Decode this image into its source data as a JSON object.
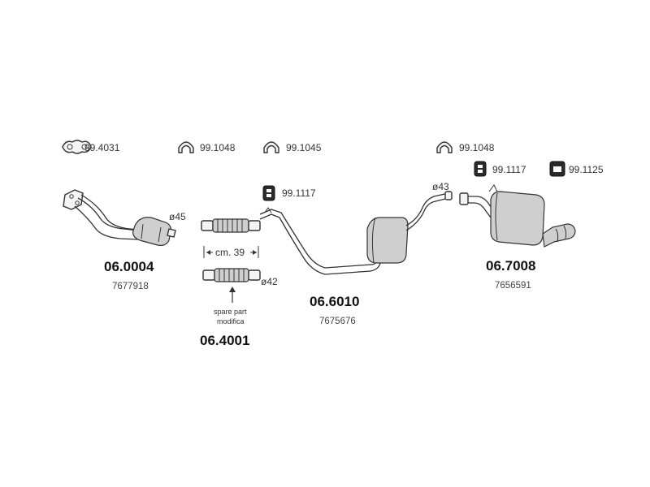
{
  "hardware": {
    "h1": "99.4031",
    "h2": "99.1048",
    "h3": "99.1045",
    "h4": "99.1048",
    "h5": "99.1117",
    "h6": "99.1125",
    "h7": "99.1117"
  },
  "parts": {
    "front": {
      "code": "06.0004",
      "oem": "7677918",
      "diameter": "ø45"
    },
    "flex_pipe": {
      "code": "06.4001",
      "length": "cm. 39",
      "diameter": "ø42",
      "note_line1": "spare part",
      "note_line2": "modifica"
    },
    "middle": {
      "code": "06.6010",
      "oem": "7675676",
      "diameter": "ø43"
    },
    "rear": {
      "code": "06.7008",
      "oem": "7656591"
    }
  }
}
